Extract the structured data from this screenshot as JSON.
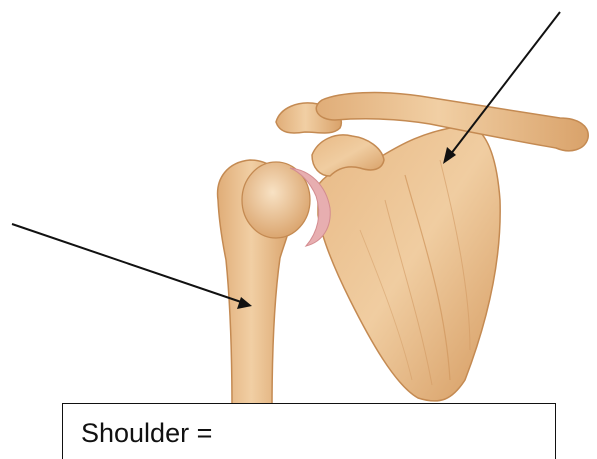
{
  "label_box": {
    "text": "Shoulder ="
  },
  "colors": {
    "bone_fill": "#ebc294",
    "bone_shadow": "#c9955d",
    "bone_highlight": "#f8e2c4",
    "cartilage": "#e7aeb0",
    "arrow": "#111111",
    "border": "#111111"
  },
  "arrows": [
    {
      "name": "arrow-to-scapula",
      "target": "scapula"
    },
    {
      "name": "arrow-to-humerus",
      "target": "humerus"
    }
  ]
}
